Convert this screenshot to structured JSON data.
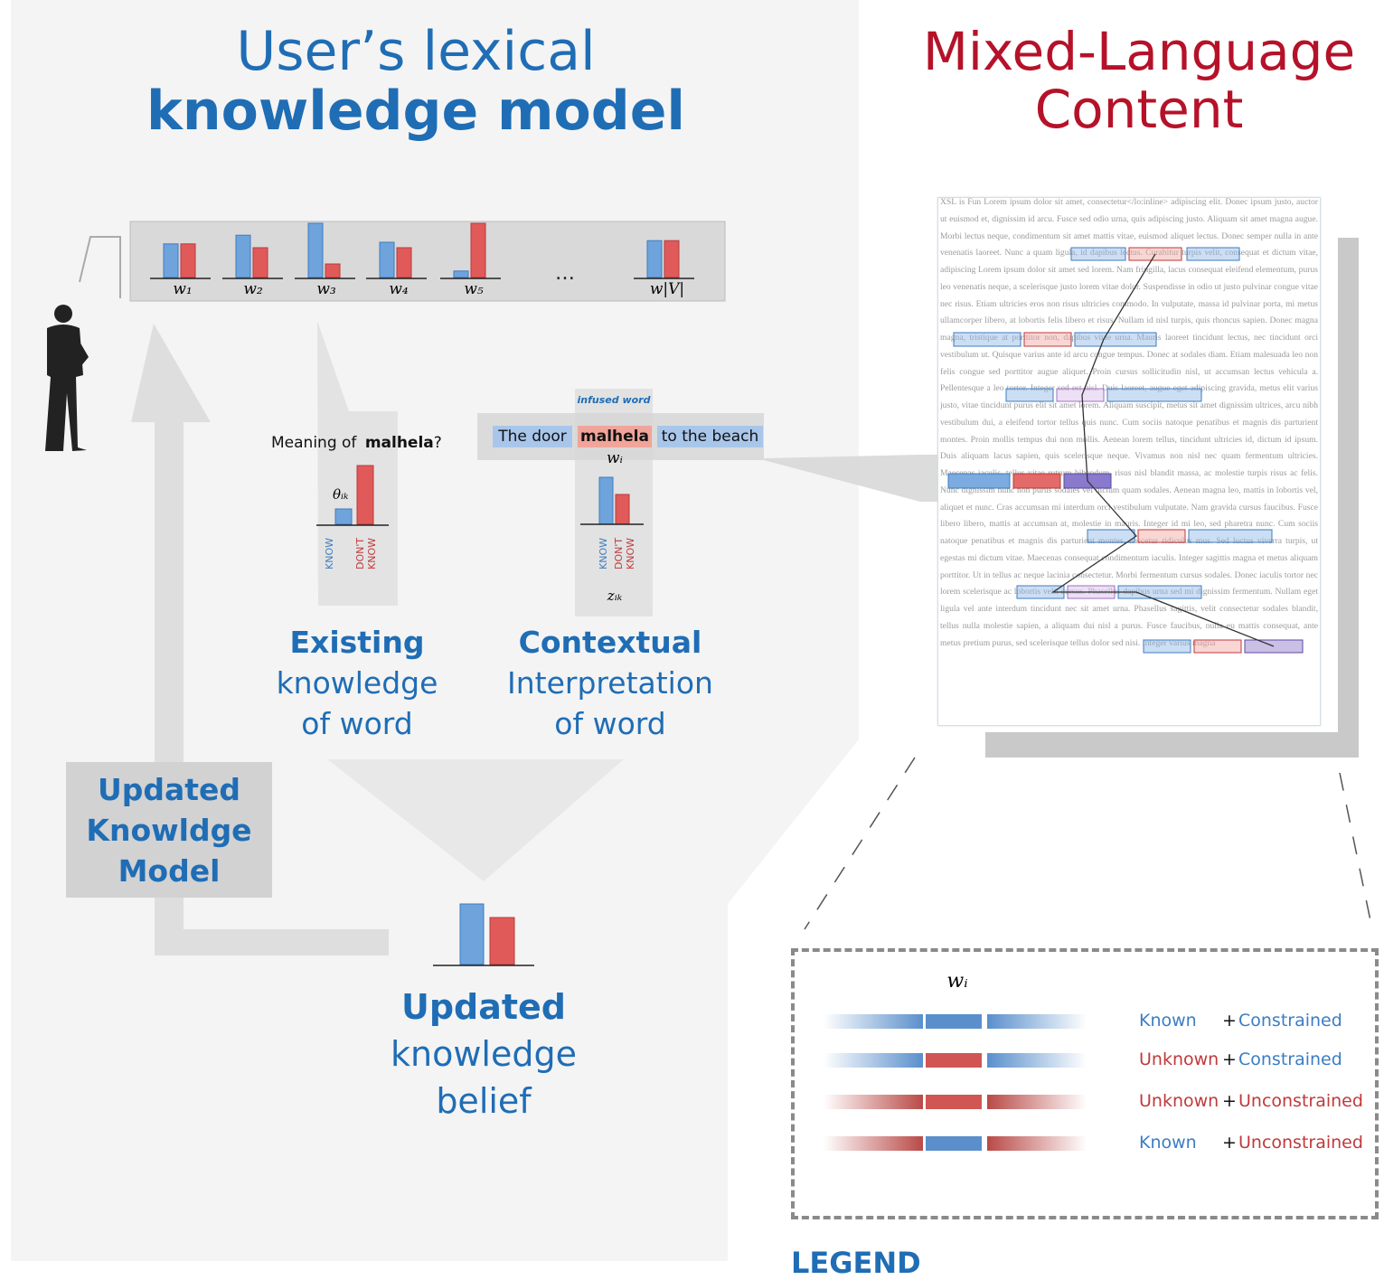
{
  "left_panel": {
    "title_line1": "User’s lexical",
    "title_line2": "knowledge model",
    "vocab_labels": [
      "w₁",
      "w₂",
      "w₃",
      "w₄",
      "w₅",
      "…",
      "w|V|"
    ],
    "vocab_bars": [
      {
        "know": 0.62,
        "dont_know": 0.62
      },
      {
        "know": 0.78,
        "dont_know": 0.55
      },
      {
        "know": 1.0,
        "dont_know": 0.25
      },
      {
        "know": 0.65,
        "dont_know": 0.55
      },
      {
        "know": 0.12,
        "dont_know": 1.0
      },
      {
        "know": 0.68,
        "dont_know": 0.68
      }
    ],
    "question_prefix": "Meaning of",
    "question_word": "malhela",
    "question_suffix": "?",
    "theta_label": "θᵢₖ",
    "know_label": "KNOW",
    "dont_know_line1": "DON'T",
    "dont_know_line2": "KNOW",
    "existing": {
      "line1": "Existing",
      "line2": "knowledge",
      "line3": "of word"
    },
    "infused_word_label": "infused word",
    "sentence": {
      "before": "The door",
      "word": "malhela",
      "after": "to the beach"
    },
    "wi_label": "wᵢ",
    "z_label": "zᵢₖ",
    "contextual": {
      "line1": "Contextual",
      "line2": "Interpretation",
      "line3": "of word"
    },
    "updated_model": {
      "line1": "Updated",
      "line2": "Knowldge",
      "line3": "Model"
    },
    "updated_belief": {
      "line1": "Updated",
      "line2": "knowledge",
      "line3": "belief"
    }
  },
  "right_panel": {
    "title_line1": "Mixed-Language",
    "title_line2": "Content",
    "document_text": "XSL is Fun Lorem ipsum dolor sit amet, consectetur</lo:inline> adipiscing elit. Donec ipsum justo, auctor ut euismod et, dignissim id arcu. Fusce sed odio urna, quis adipiscing justo. Aliquam sit amet magna augue. Morbi lectus neque, condimentum sit amet mattis vitae, euismod aliquet lectus. Donec semper nulla in ante venenatis laoreet. Nunc a quam ligula, id dapibus lectus. Curabitur turpis velit, consequat et dictum vitae, adipiscing Lorem ipsum dolor sit amet sed lorem. Nam fringilla, lacus consequat eleifend elementum, purus leo venenatis neque, a scelerisque justo lorem vitae dolor. Suspendisse in odio ut justo pulvinar congue vitae nec risus. Etiam ultricies eros non risus ultricies commodo. In vulputate, massa id pulvinar porta, mi metus ullamcorper libero, at lobortis felis libero et risus. Nullam id nisl turpis, quis rhoncus sapien. Donec magna magna, tristique at porttitor non, dapibus vitae urna. Mauris laoreet tincidunt lectus, nec tincidunt orci vestibulum ut. Quisque varius ante id arcu congue tempus. Donec at sodales diam. Etiam malesuada leo non felis congue sed porttitor augue aliquet. Proin cursus sollicitudin nisl, ut accumsan lectus vehicula a. Pellentesque a leo tortor. Integer sed est nisl. Duis laoreet, augue eget adipiscing gravida, metus elit varius justo, vitae tincidunt purus elit sit amet lorem. Aliquam suscipit, metus sit amet dignissim ultrices, arcu nibh vestibulum dui, a eleifend tortor tellus quis nunc. Cum sociis natoque penatibus et magnis dis parturient montes. Proin mollis tempus dui non mollis. Aenean lorem tellus, tincidunt ultricies id, dictum id ipsum. Duis aliquam lacus sapien, quis scelerisque neque. Vivamus non nisl nec quam fermentum ultricies. Maecenas iaculis, tellus vitae rutrum bibendum, risus nisl blandit massa, ac molestie turpis risus ac felis. Nunc dignissim nunc non purus sodales vel dictum quam sodales. Aenean magna leo, mattis in lobortis vel, aliquet et nunc. Cras accumsan mi interdum orci vestibulum vulputate. Nam gravida cursus faucibus. Fusce libero libero, mattis at accumsan at, molestie in mauris. Integer id mi leo, sed pharetra nunc. Cum sociis natoque penatibus et magnis dis parturient montes, nascetur ridiculus mus. Sed luctus viverra turpis, ut egestas mi dictum vitae. Maecenas consequat condimentum iaculis. Integer sagittis magna et metus aliquam porttitor. Ut in tellus ac neque lacinia consectetur. Morbi fermentum cursus sodales. Donec iaculis tortor nec lorem scelerisque ac lobortis velit cursus. Phasellus dapibus urna sed mi dignissim fermentum. Nullam eget ligula vel ante interdum tincidunt nec sit amet urna. Phasellus sagittis, velit consectetur sodales blandit, tellus nulla molestie sapien, a aliquam dui nisl a purus. Fusce faucibus, nulla eu mattis consequat, ante metus pretium purus, sed scelerisque tellus dolor sed nisi. Integer varius magna"
  },
  "legend": {
    "title": "LEGEND",
    "wi": "wᵢ",
    "rows": [
      {
        "state": "Known",
        "constraint": "Constrained",
        "word_color": "#5a8fcc",
        "context_color": "#5a8fcc",
        "state_color": "#3b7dc4",
        "constraint_color": "#3b7dc4"
      },
      {
        "state": "Unknown",
        "constraint": "Constrained",
        "word_color": "#cf5653",
        "context_color": "#5a8fcc",
        "state_color": "#c0393b",
        "constraint_color": "#3b7dc4"
      },
      {
        "state": "Unknown",
        "constraint": "Unconstrained",
        "word_color": "#cf5653",
        "context_color": "#b94a47",
        "state_color": "#c0393b",
        "constraint_color": "#c0393b"
      },
      {
        "state": "Known",
        "constraint": "Unconstrained",
        "word_color": "#5a8fcc",
        "context_color": "#b94a47",
        "state_color": "#3b7dc4",
        "constraint_color": "#c0393b"
      }
    ],
    "plus": "+"
  }
}
